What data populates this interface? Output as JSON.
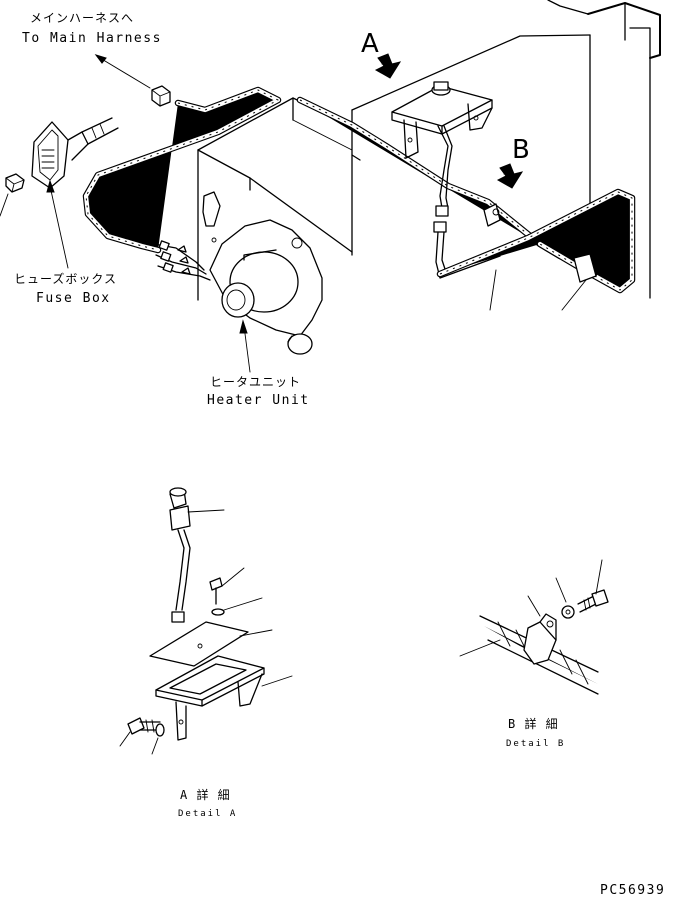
{
  "labels": {
    "main_harness_jp": "メインハーネスへ",
    "main_harness_en": "To Main Harness",
    "fuse_box_jp": "ヒューズボックス",
    "fuse_box_en": "Fuse Box",
    "heater_unit_jp": "ヒータユニット",
    "heater_unit_en": "Heater Unit",
    "view_a": "A",
    "view_b": "B",
    "detail_a_jp": "A 詳 細",
    "detail_a_en": "Detail A",
    "detail_b_jp": "B 詳 細",
    "detail_b_en": "Detail B",
    "drawing_number": "PC56939"
  }
}
